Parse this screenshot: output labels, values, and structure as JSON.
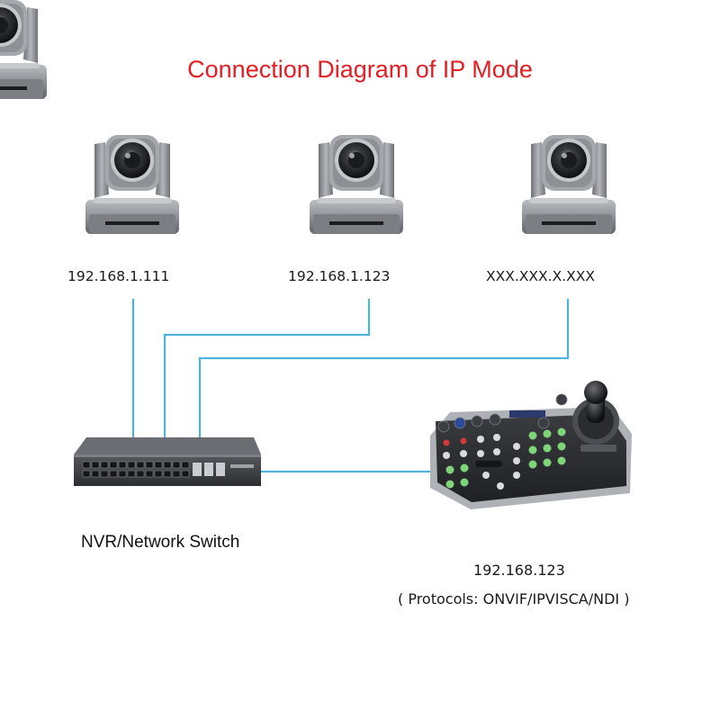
{
  "title": "Connection Diagram of IP Mode",
  "cameras": [
    {
      "ip": "192.168.1.111"
    },
    {
      "ip": "192.168.1.123"
    },
    {
      "ip": "XXX.XXX.X.XXX"
    }
  ],
  "switch": {
    "label": "NVR/Network Switch"
  },
  "controller": {
    "ip": "192.168.123",
    "protocols": "( Protocols: ONVIF/IPVISCA/NDI )"
  },
  "colors": {
    "title": "#e31e24",
    "cable": "#4fb3d9",
    "device_body": "#8a8d91",
    "device_dark": "#2b2d30",
    "key_green": "#7fd37a"
  },
  "icons": [
    "ptz-camera-icon",
    "network-switch-icon",
    "ptz-keyboard-controller-icon"
  ]
}
